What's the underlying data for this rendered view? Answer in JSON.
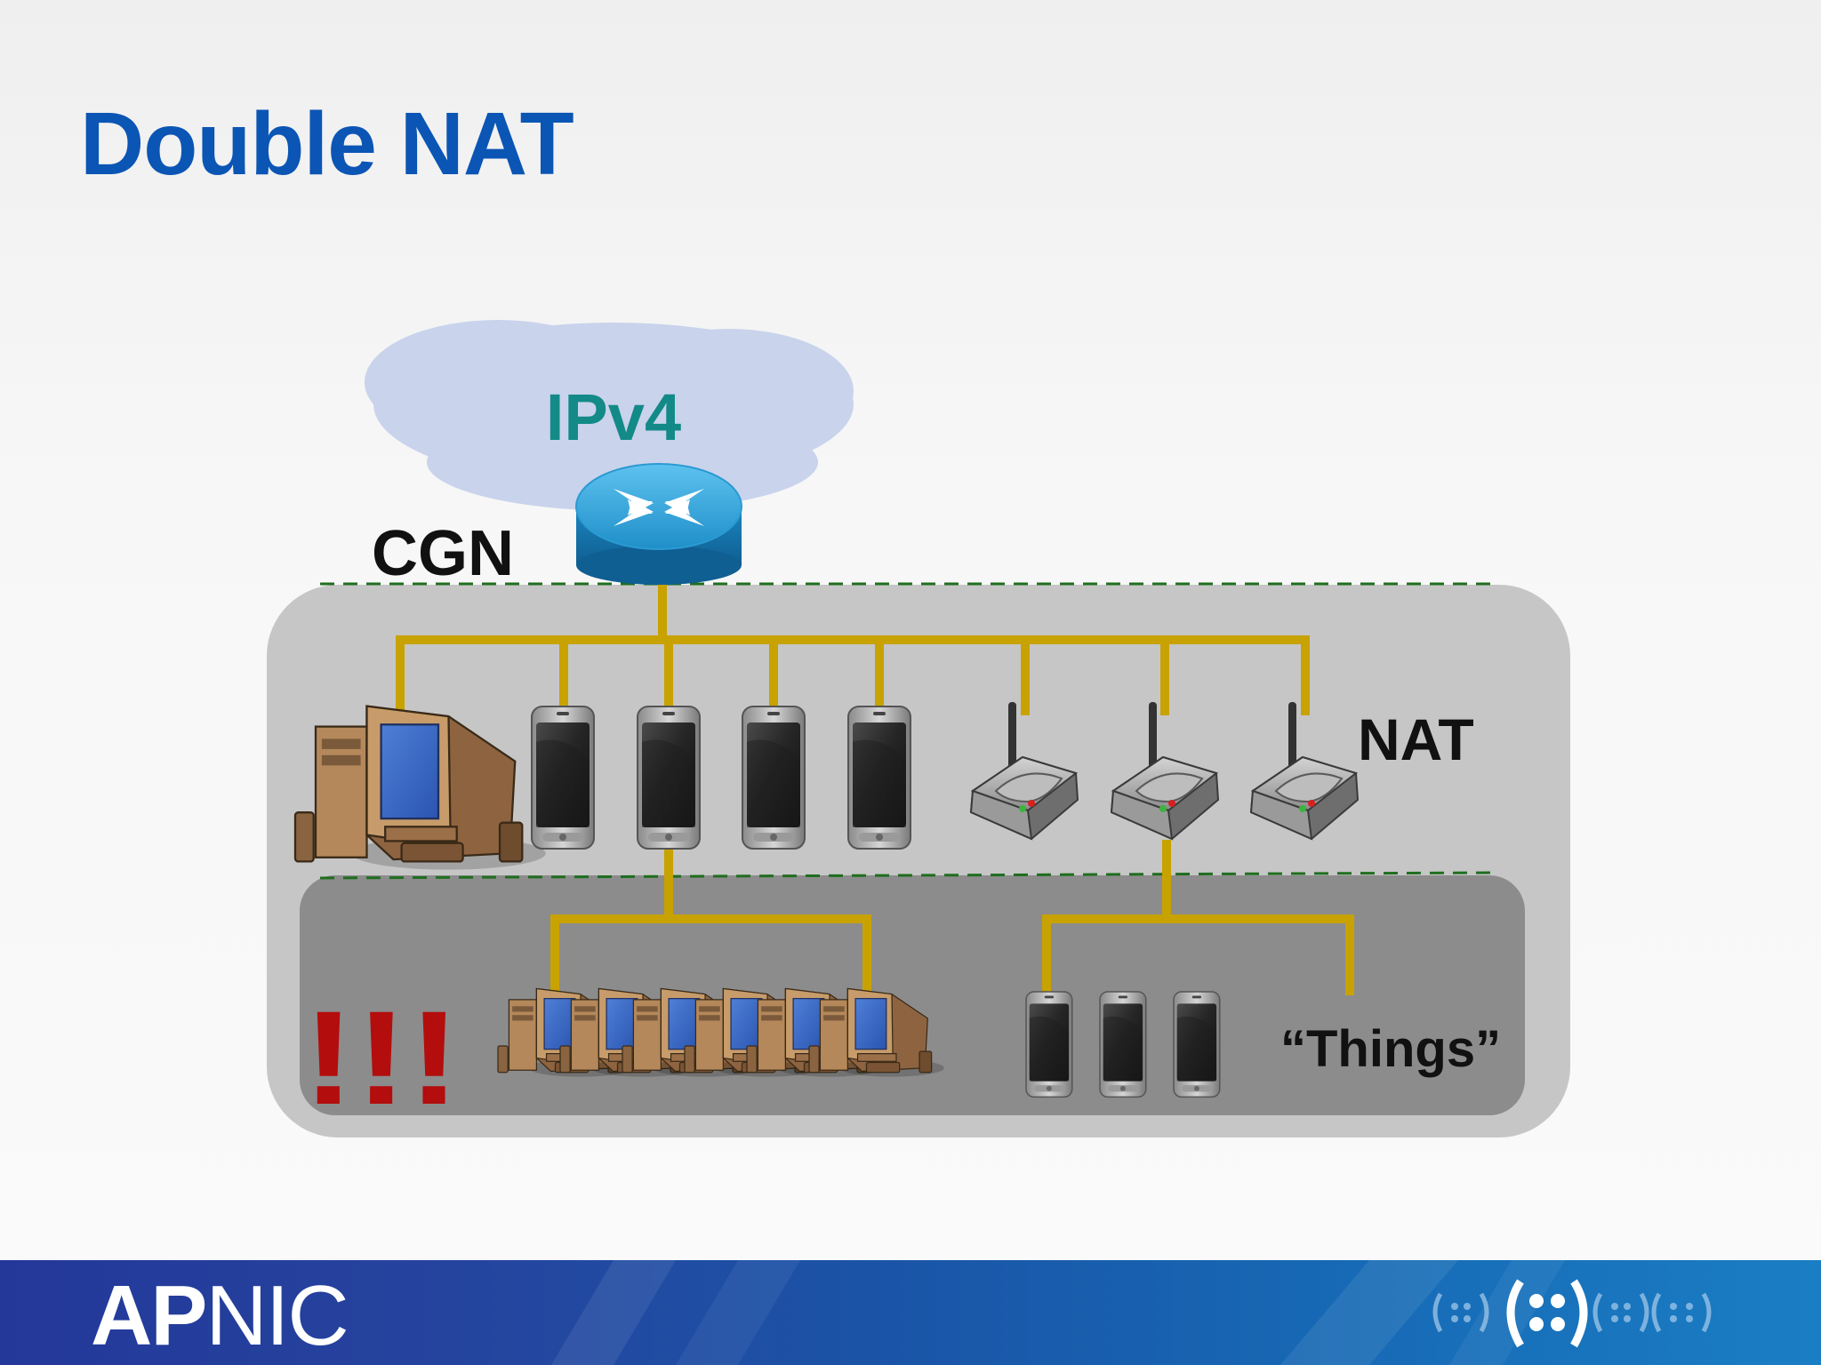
{
  "slide": {
    "title": "Double NAT",
    "title_color": "#0b55b5"
  },
  "diagram": {
    "cloud_label": "IPv4",
    "cloud_label_color": "#138a87",
    "cgn_label": "CGN",
    "nat_label": "NAT",
    "things_label": "“Things”",
    "alert_label": "!!!",
    "alert_color": "#b30d0d",
    "line_color": "#c8a200",
    "dash_color": "#1f6e1f"
  },
  "footer": {
    "brand_bold": "AP",
    "brand_rest": "NIC"
  }
}
